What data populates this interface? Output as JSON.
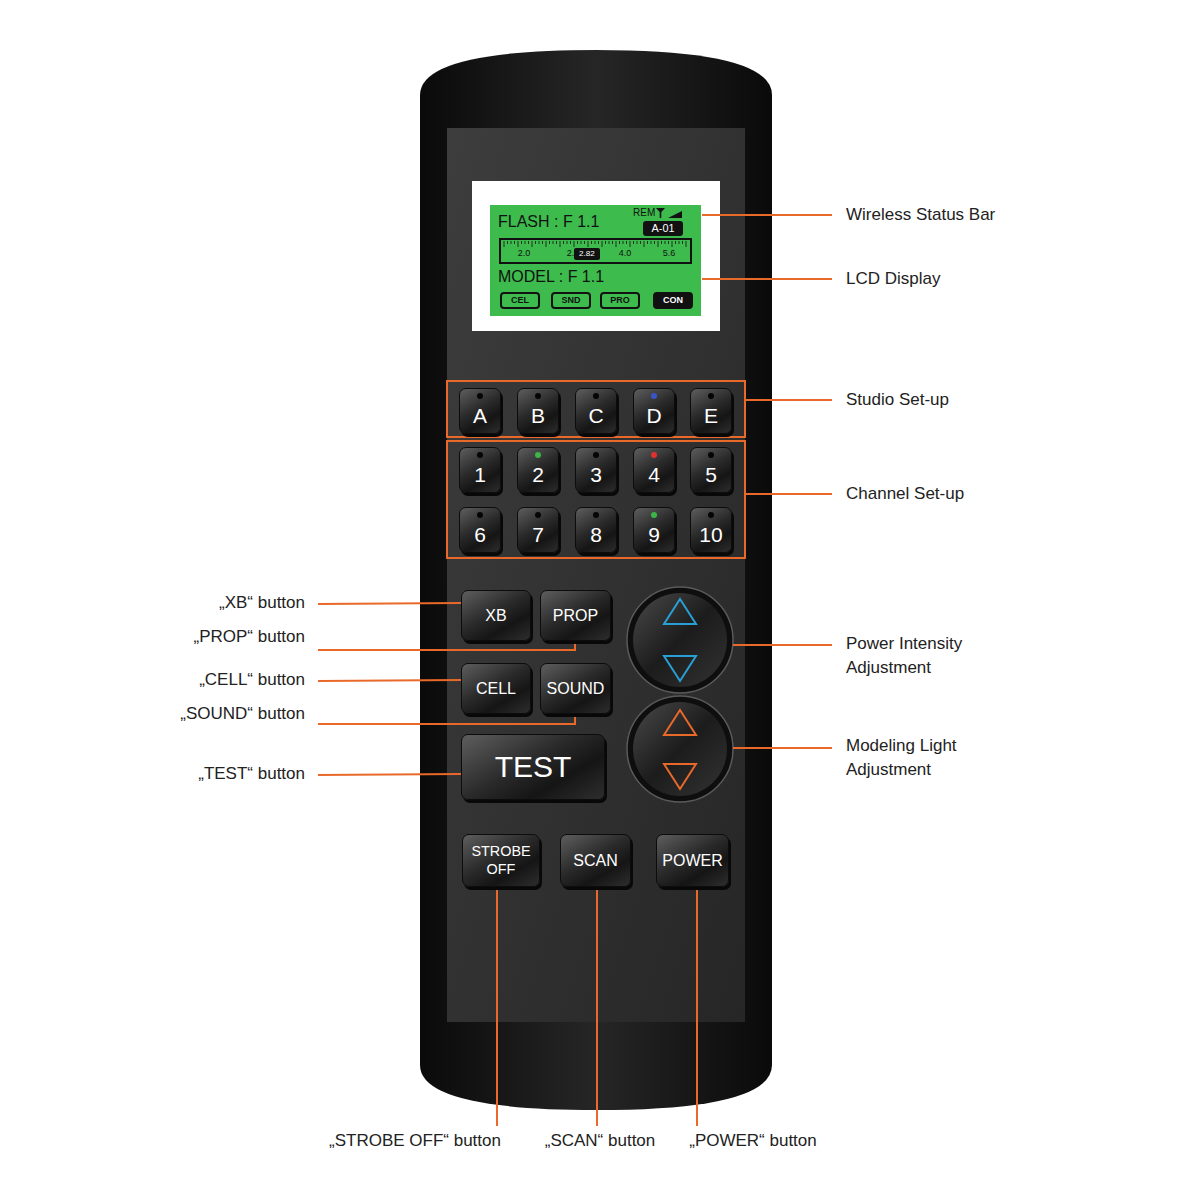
{
  "diagram": {
    "nodes": [
      {
        "text": [
          "REM",
          "FLASH : F 1.1",
          "MODEL : F 1.1"
        ]
      },
      {
        "text": [
          "A-01"
        ],
        "in": 0
      },
      {
        "text": [
          "2.0",
          "2.8",
          "4.0",
          "5.6"
        ],
        "in": 0
      },
      {
        "text": [
          "2.82"
        ],
        "in": 2
      },
      {
        "text": [
          "CEL"
        ],
        "in": 0
      },
      {
        "text": [
          "SND"
        ],
        "in": 0
      },
      {
        "text": [
          "PRO"
        ],
        "in": 0
      },
      {
        "text": [
          "CON"
        ],
        "in": 0
      },
      {
        "text": [
          "A"
        ]
      },
      {
        "text": [
          "B"
        ]
      },
      {
        "text": [
          "C"
        ]
      },
      {
        "text": [
          "D"
        ]
      },
      {
        "text": [
          "E"
        ]
      },
      {
        "text": [
          "1"
        ]
      },
      {
        "text": [
          "2"
        ]
      },
      {
        "text": [
          "3"
        ]
      },
      {
        "text": [
          "4"
        ]
      },
      {
        "text": [
          "5"
        ]
      },
      {
        "text": [
          "6"
        ]
      },
      {
        "text": [
          "7"
        ]
      },
      {
        "text": [
          "8"
        ]
      },
      {
        "text": [
          "9"
        ]
      },
      {
        "text": [
          "10"
        ]
      },
      {
        "text": [
          "XB"
        ]
      },
      {
        "text": [
          "PROP"
        ]
      },
      {
        "text": [
          "CELL"
        ]
      },
      {
        "text": [
          "SOUND"
        ]
      },
      {
        "text": [
          "TEST"
        ]
      },
      {
        "text": [
          "STROBE OFF"
        ]
      },
      {
        "text": [
          "SCAN"
        ]
      },
      {
        "text": [
          "POWER"
        ]
      }
    ],
    "labels": [
      "Wireless Status Bar",
      "LCD Display",
      "Studio Set-up",
      "Channel Set-up",
      "„XB“ button",
      "„PROP“ button",
      "„CELL“ button",
      "„SOUND“ button",
      "„TEST“ button",
      "Power Intensity Adjustment",
      "Modeling Light Adjustment",
      "„STROBE OFF“ button",
      "„SCAN“ button",
      "„POWER“ button"
    ]
  }
}
